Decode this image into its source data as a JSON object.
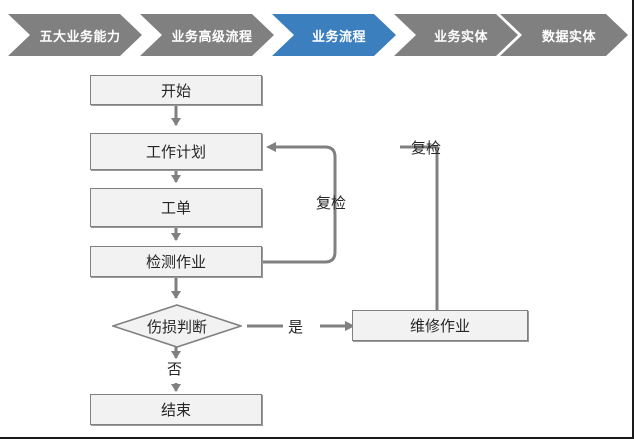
{
  "page": {
    "background": "#ffffff",
    "border_color": "#1a1a1a"
  },
  "breadcrumb": {
    "name": "business-hierarchy-breadcrumb",
    "active_index": 2,
    "active_color": "#3b7fbf",
    "inactive_color": "#808080",
    "text_color": "#ffffff",
    "items": [
      {
        "label": "五大业务能力",
        "active": false
      },
      {
        "label": "业务高级流程",
        "active": false
      },
      {
        "label": "业务流程",
        "active": true
      },
      {
        "label": "业务实体",
        "active": false
      },
      {
        "label": "数据实体",
        "active": false
      }
    ]
  },
  "flowchart": {
    "name": "business-process-flowchart",
    "node_fill": "#f2f2f2",
    "node_border": "#808080",
    "connector_color": "#808080",
    "text_color": "#262626",
    "nodes": [
      {
        "id": "start",
        "label": "开始",
        "shape": "rect"
      },
      {
        "id": "work-plan",
        "label": "工作计划",
        "shape": "rect"
      },
      {
        "id": "work-order",
        "label": "工单",
        "shape": "rect"
      },
      {
        "id": "inspection",
        "label": "检测作业",
        "shape": "rect"
      },
      {
        "id": "damage-decision",
        "label": "伤损判断",
        "shape": "diamond"
      },
      {
        "id": "repair",
        "label": "维修作业",
        "shape": "rect"
      },
      {
        "id": "end",
        "label": "结束",
        "shape": "rect"
      }
    ],
    "edge_labels": [
      {
        "id": "recheck-inner",
        "label": "复检"
      },
      {
        "id": "recheck-outer",
        "label": "复检"
      },
      {
        "id": "yes",
        "label": "是"
      },
      {
        "id": "no",
        "label": "否"
      }
    ]
  }
}
